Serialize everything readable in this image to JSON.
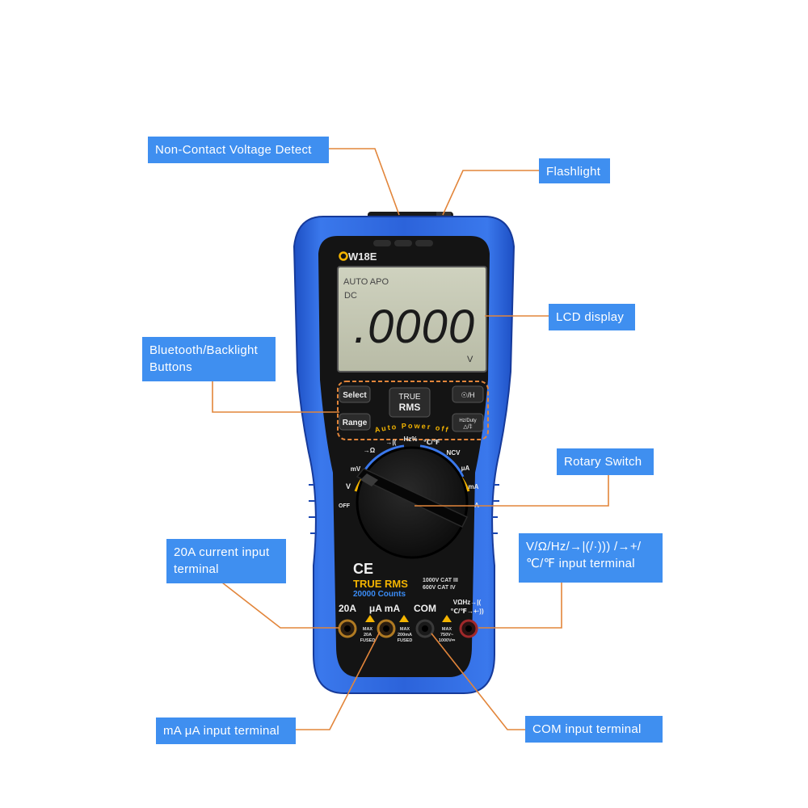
{
  "device": {
    "model": "W18E",
    "lcd": {
      "indicator_auto_apo": "AUTO APO",
      "indicator_dc": "DC",
      "reading": ".0000",
      "unit": "V"
    },
    "buttons": {
      "select": "Select",
      "true": "TRUE",
      "rms": "RMS",
      "range": "Range",
      "hz_duty": "Hz/Duty",
      "rel": "△/‡",
      "light_hold": "☉/H"
    },
    "auto_power_off": "Auto Power off",
    "dial_labels": {
      "diode": "→Ω",
      "cap": "→|(",
      "hz": "Hz%",
      "temp": "℃/℉",
      "ncv": "NCV",
      "mv": "mV",
      "ua": "μA",
      "v": "V",
      "ma": "mA",
      "off": "OFF",
      "a": "A"
    },
    "ce_mark": "CE",
    "true_rms": "TRUE RMS",
    "counts": "20000 Counts",
    "cat_line1": "1000V CAT III",
    "cat_line2": "600V CAT IV",
    "terminals": {
      "t20a": "20A",
      "tuama": "μA mA",
      "tcom": "COM",
      "tvohm_line1": "VΩHz→|(",
      "tvohm_line2": "℃/℉→+·))"
    },
    "ratings": {
      "r20a_1": "MAX",
      "r20a_2": "20A",
      "r20a_3": "FUSED",
      "rma_1": "MAX",
      "rma_2": "200mA",
      "rma_3": "FUSED",
      "rv_1": "MAX",
      "rv_2": "750V~",
      "rv_3": "1000V⎓"
    }
  },
  "callouts": {
    "ncv": "Non-Contact Voltage Detect",
    "flashlight": "Flashlight",
    "lcd": "LCD display",
    "bt_line1": "Bluetooth/Backlight",
    "bt_line2": "Buttons",
    "rotary": "Rotary Switch",
    "t20a_line1": "20A current input",
    "t20a_line2": "terminal",
    "vohm_line1": "V/Ω/Hz/→|(/·))) /→+/",
    "vohm_line2": "℃/℉ input terminal",
    "ma_ua": "mA μA input terminal",
    "com": "COM input terminal"
  },
  "colors": {
    "callout_bg": "#3f8ff0",
    "leader_line": "#e2853a",
    "body_blue": "#2a5fd4",
    "lcd_bg": "#c6c9b4",
    "panel_black": "#141414",
    "accent_yellow": "#f4b400"
  }
}
